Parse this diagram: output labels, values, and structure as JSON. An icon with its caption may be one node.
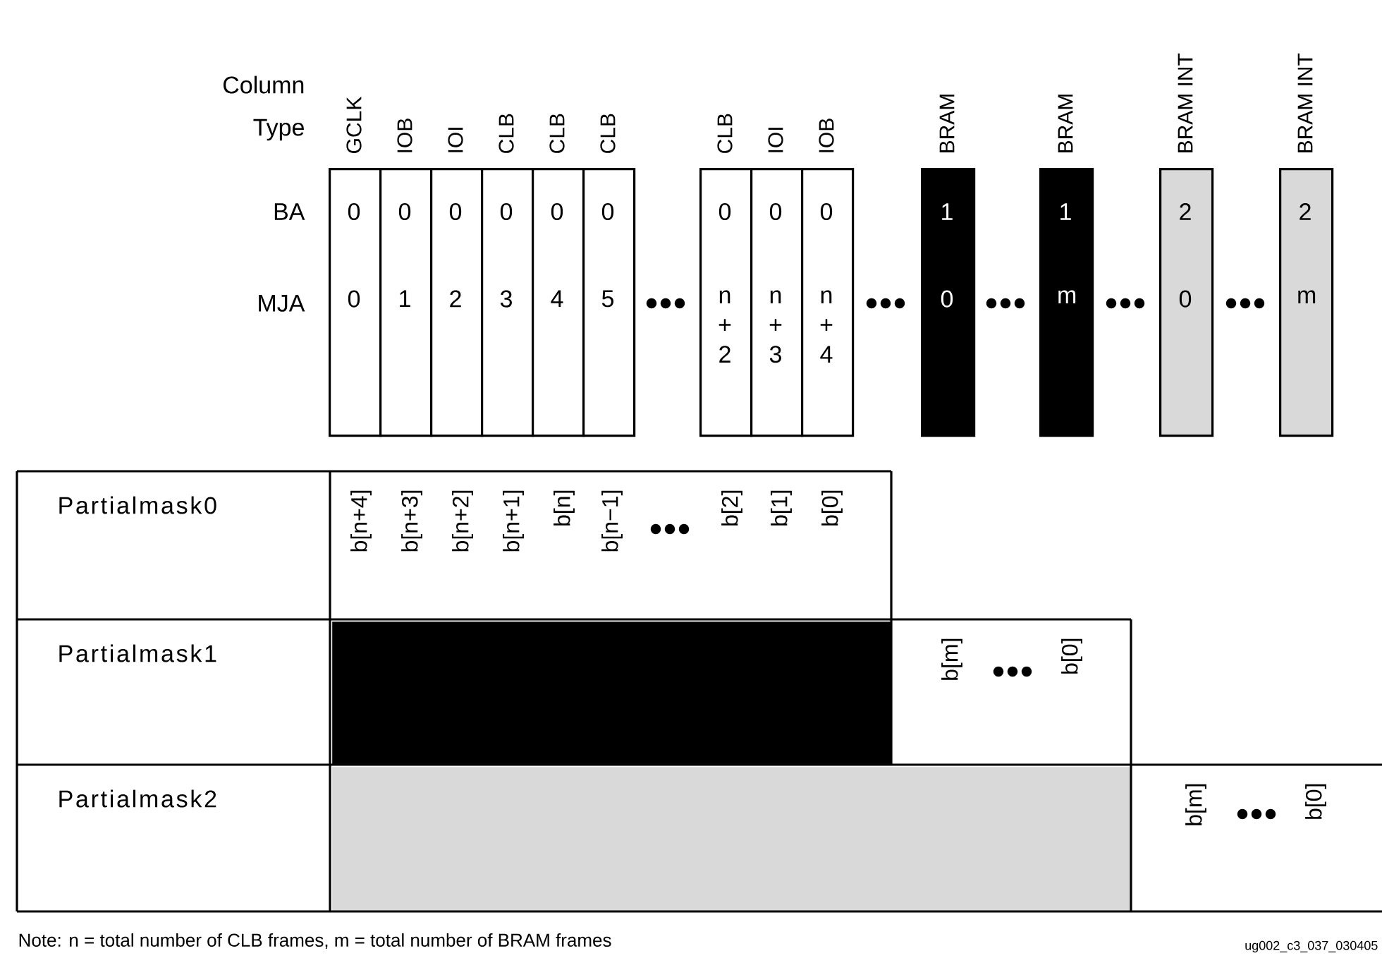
{
  "diagram": {
    "nodes": [
      {
        "text": [
          "GCLK",
          "0",
          "0"
        ]
      },
      {
        "text": [
          "IOB",
          "0",
          "1"
        ]
      },
      {
        "text": [
          "IOI",
          "0",
          "2"
        ]
      },
      {
        "text": [
          "CLB",
          "0",
          "3"
        ]
      },
      {
        "text": [
          "CLB",
          "0",
          "4"
        ]
      },
      {
        "text": [
          "CLB",
          "0",
          "5"
        ]
      },
      {
        "text": [
          "CLB",
          "0",
          "n + 2"
        ]
      },
      {
        "text": [
          "IOI",
          "0",
          "n + 3"
        ]
      },
      {
        "text": [
          "IOB",
          "0",
          "n + 4"
        ]
      },
      {
        "text": [
          "BRAM",
          "1",
          "0"
        ]
      },
      {
        "text": [
          "BRAM",
          "1",
          "m"
        ]
      },
      {
        "text": [
          "BRAM INT",
          "2",
          "0"
        ]
      },
      {
        "text": [
          "BRAM INT",
          "2",
          "m"
        ]
      },
      {
        "text": [
          "Partialmask0"
        ]
      },
      {
        "text": [
          "b[n+4]",
          "b[n+3]",
          "b[n+2]",
          "b[n+1]",
          "b[n]",
          "b[n−1]",
          "b[2]",
          "b[1]",
          "b[0]"
        ]
      },
      {
        "text": [
          "Partialmask1"
        ]
      },
      {
        "text": [],
        "shape": "box"
      },
      {
        "text": [
          "b[m]",
          "b[0]"
        ]
      },
      {
        "text": [
          "Partialmask2"
        ]
      },
      {
        "text": [],
        "shape": "box"
      },
      {
        "text": [
          "b[m]",
          "b[0]"
        ]
      }
    ],
    "labels": [
      "Column Type",
      "BA",
      "MJA",
      "Note: n = total number of CLB frames, m = total number of BRAM frames",
      "ug002_c3_037_030405"
    ]
  }
}
